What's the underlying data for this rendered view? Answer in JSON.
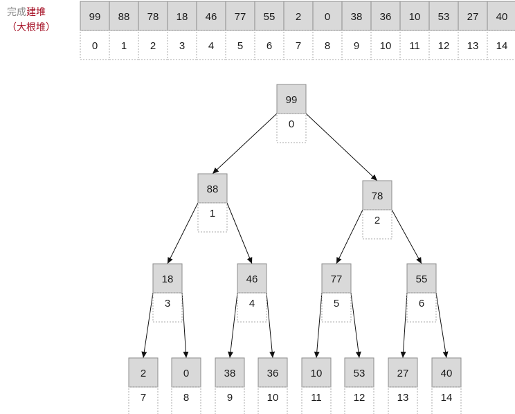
{
  "caption": {
    "line1_gray": "完成",
    "line1_accent": "建堆",
    "line2_accent": "（大根堆）"
  },
  "array": {
    "values": [
      "99",
      "88",
      "78",
      "18",
      "46",
      "77",
      "55",
      "2",
      "0",
      "38",
      "36",
      "10",
      "53",
      "27",
      "40"
    ],
    "indices": [
      "0",
      "1",
      "2",
      "3",
      "4",
      "5",
      "6",
      "7",
      "8",
      "9",
      "10",
      "11",
      "12",
      "13",
      "14"
    ]
  },
  "tree": {
    "nodes": [
      {
        "value": "99",
        "index": "0"
      },
      {
        "value": "88",
        "index": "1"
      },
      {
        "value": "78",
        "index": "2"
      },
      {
        "value": "18",
        "index": "3"
      },
      {
        "value": "46",
        "index": "4"
      },
      {
        "value": "77",
        "index": "5"
      },
      {
        "value": "55",
        "index": "6"
      },
      {
        "value": "2",
        "index": "7"
      },
      {
        "value": "0",
        "index": "8"
      },
      {
        "value": "38",
        "index": "9"
      },
      {
        "value": "36",
        "index": "10"
      },
      {
        "value": "10",
        "index": "11"
      },
      {
        "value": "53",
        "index": "12"
      },
      {
        "value": "27",
        "index": "13"
      },
      {
        "value": "40",
        "index": "14"
      }
    ]
  },
  "colors": {
    "cell_fill": "#d9d9d9",
    "cell_stroke": "#8c8c8c",
    "text": "#1a1a1a",
    "caption_gray": "#8a8a8a",
    "caption_accent": "#a50f24",
    "dashed": "#aaaaaa"
  }
}
